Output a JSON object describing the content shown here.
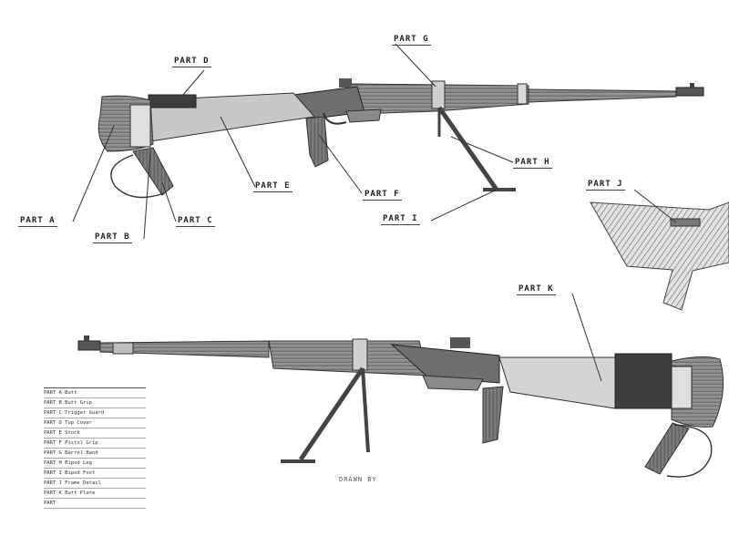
{
  "labels": {
    "part_a": "PART A",
    "part_b": "PART B",
    "part_c": "PART C",
    "part_d": "PART D",
    "part_e": "PART E",
    "part_f": "PART F",
    "part_g": "PART G",
    "part_h": "PART H",
    "part_i": "PART I",
    "part_j": "PART J",
    "part_k": "PART K"
  },
  "legend": {
    "rows": [
      "PART A  Butt",
      "PART B  Butt Grip",
      "PART C  Trigger Guard",
      "PART D  Top Cover",
      "PART E  Stock",
      "PART F  Pistol Grip",
      "PART G  Barrel Band",
      "PART H  Bipod Leg",
      "PART I  Bipod Foot",
      "PART J  Frame Detail",
      "PART K  Butt Plate",
      "PART"
    ]
  },
  "credit": "DRAWN BY"
}
